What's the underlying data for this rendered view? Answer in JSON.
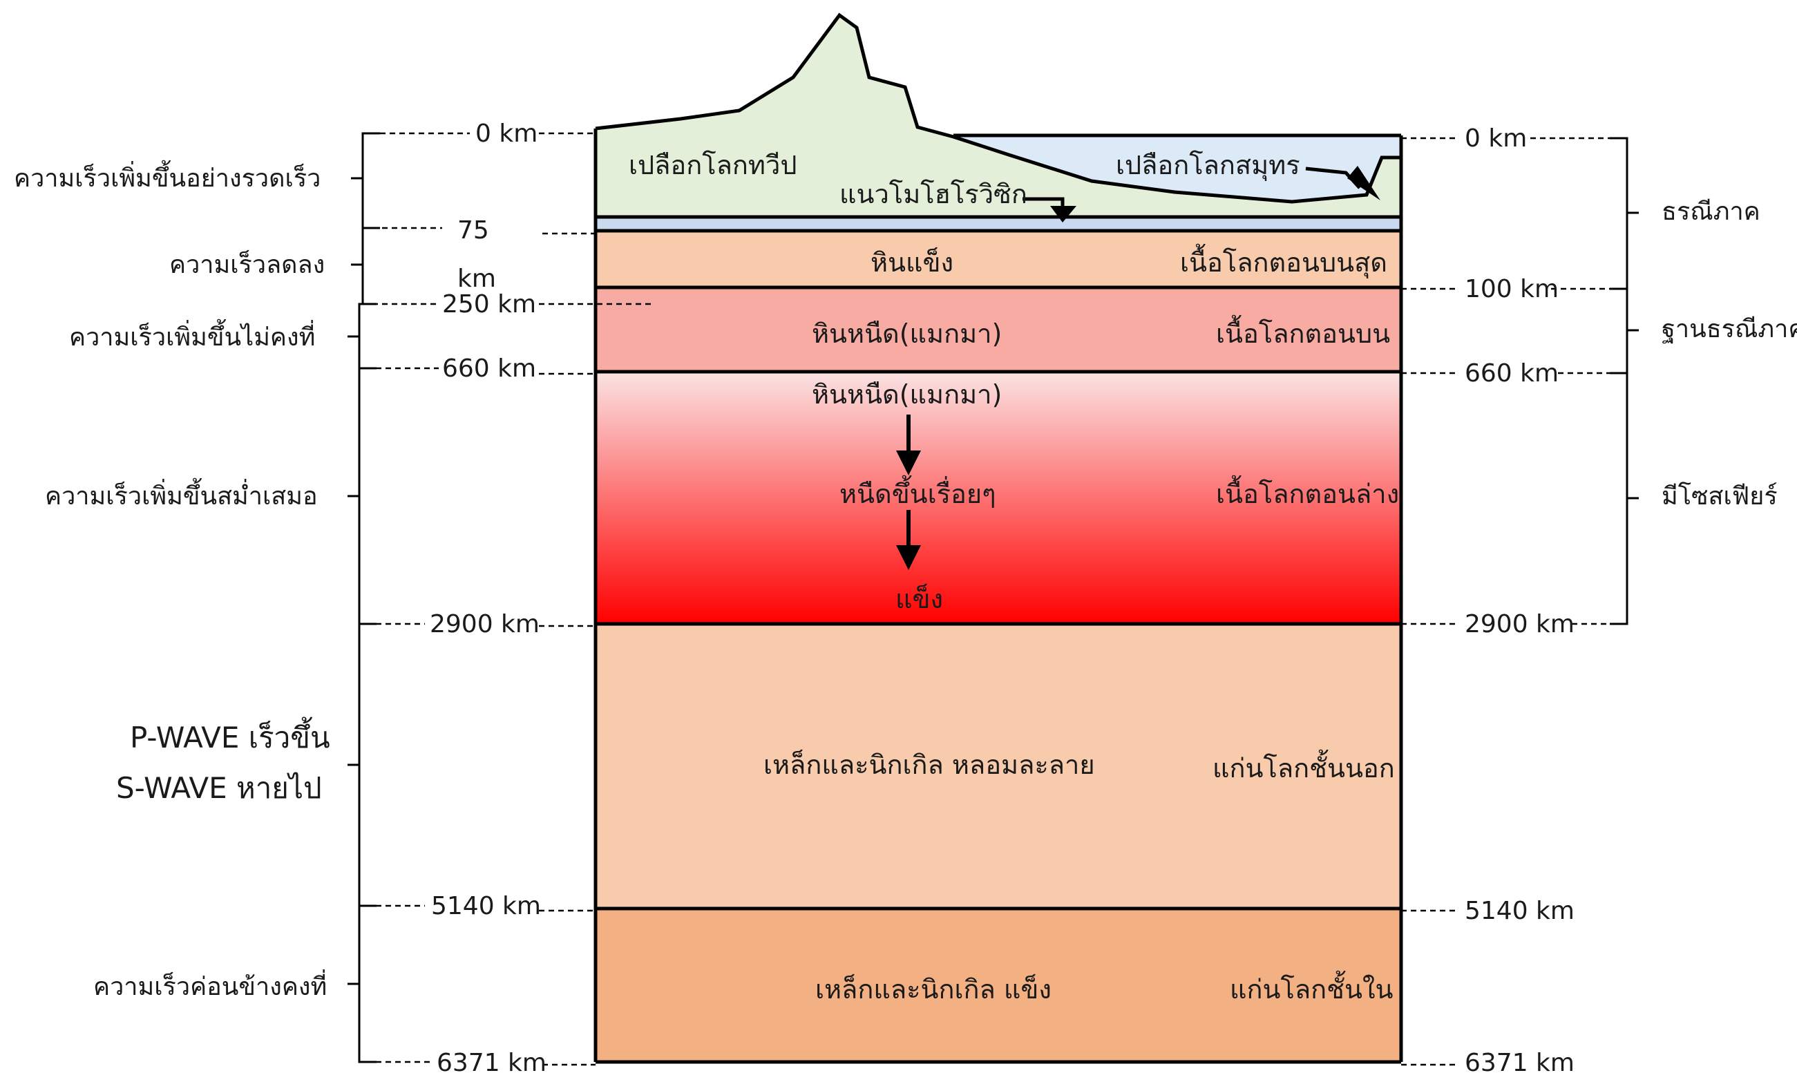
{
  "colors": {
    "continental_crust": "#e3efd9",
    "oceanic_crust": "#dce9f6",
    "moho_band": "#c9daf0",
    "upper_mantle_top": "#f7cbab",
    "upper_mantle": "#f8aba3",
    "lower_mantle_top": "#fbe3e3",
    "lower_mantle_bottom": "#ff0000",
    "outer_core": "#f7cbab",
    "inner_core": "#f3b083",
    "outline": "#000000"
  },
  "layers": {
    "continental_crust_label": "เปลือกโลกทวีป",
    "oceanic_crust_label": "เปลือกโลกสมุทร",
    "moho_label": "แนวโมโฮโรวิซิก",
    "rigid_rock_label": "หินแข็ง",
    "uppermost_mantle_label": "เนื้อโลกตอนบนสุด",
    "molten_rock_label": "หินหนืด(แมกมา)",
    "upper_mantle_label": "เนื้อโลกตอนบน",
    "lower_molten_label": "หินหนืด(แมกมา)",
    "viscous_label": "หนืดขึ้นเรื่อยๆ",
    "solid_label": "แข็ง",
    "lower_mantle_label": "เนื้อโลกตอนล่าง",
    "outer_core_material": "เหล็กและนิกเกิล หลอมละลาย",
    "outer_core_label": "แก่นโลกชั้นนอก",
    "inner_core_material": "เหล็กและนิกเกิล แข็ง",
    "inner_core_label": "แก่นโลกชั้นใน"
  },
  "left_depths": {
    "d0": "0 km",
    "d75": "75",
    "d75_unit": "km",
    "d250": "250 km",
    "d660": "660 km",
    "d2900": "2900 km",
    "d5140": "5140 km",
    "d6371": "6371 km"
  },
  "right_depths": {
    "d0": "0 km",
    "d100": "100 km",
    "d660": "660 km",
    "d2900": "2900 km",
    "d5140": "5140 km",
    "d6371": "6371 km"
  },
  "velocity_notes": {
    "rapid_increase": "ความเร็วเพิ่มขึ้นอย่างรวดเร็ว",
    "decrease": "ความเร็วลดลง",
    "irregular_increase": "ความเร็วเพิ่มขึ้นไม่คงที่",
    "steady_increase": "ความเร็วเพิ่มขึ้นสม่ำเสมอ",
    "p_wave": "P-WAVE เร็วขึ้น",
    "s_wave": "S-WAVE หายไป",
    "nearly_constant": "ความเร็วค่อนข้างคงที่"
  },
  "spheres": {
    "lithosphere": "ธรณีภาค",
    "asthenosphere": "ฐานธรณีภาค",
    "mesosphere": "มีโซสเฟียร์"
  }
}
